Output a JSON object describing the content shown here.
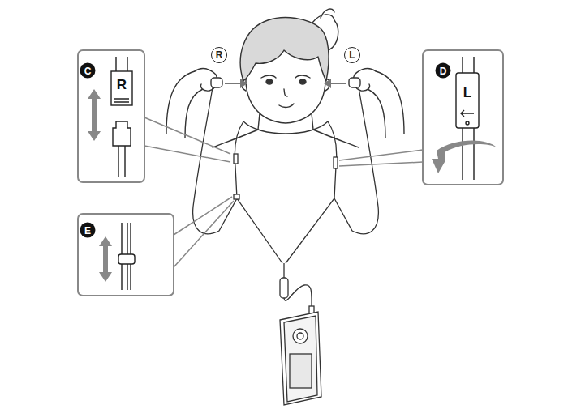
{
  "diagram": {
    "labels": [
      "R",
      "L",
      "C",
      "R",
      "D",
      "L",
      "E"
    ]
  }
}
